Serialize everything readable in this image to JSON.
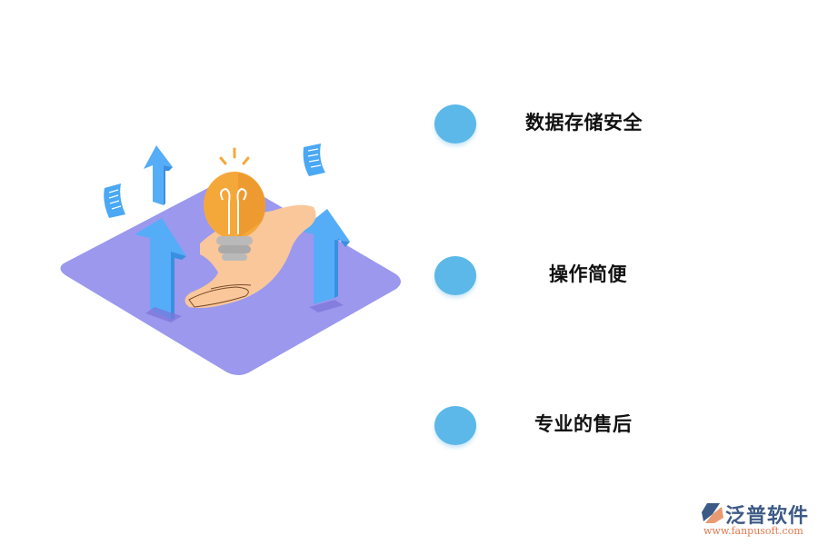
{
  "features": [
    {
      "label": "数据存储安全",
      "dot_color": "#5bb8e8"
    },
    {
      "label": "操作简便",
      "dot_color": "#5bb8e8"
    },
    {
      "label": "专业的售后",
      "dot_color": "#5bb8e8"
    }
  ],
  "illustration": {
    "description": "isometric purple platform with blue up arrows, hand holding a light bulb, floating documents",
    "platform_color": "#9b98ee",
    "arrow_color": "#4aa8f5",
    "bulb_color": "#f5a83a",
    "hand_color": "#f9c79a"
  },
  "logo": {
    "name": "泛普软件",
    "url": "www.fanpusoft.com",
    "icon": "fanpu-logo-icon"
  }
}
